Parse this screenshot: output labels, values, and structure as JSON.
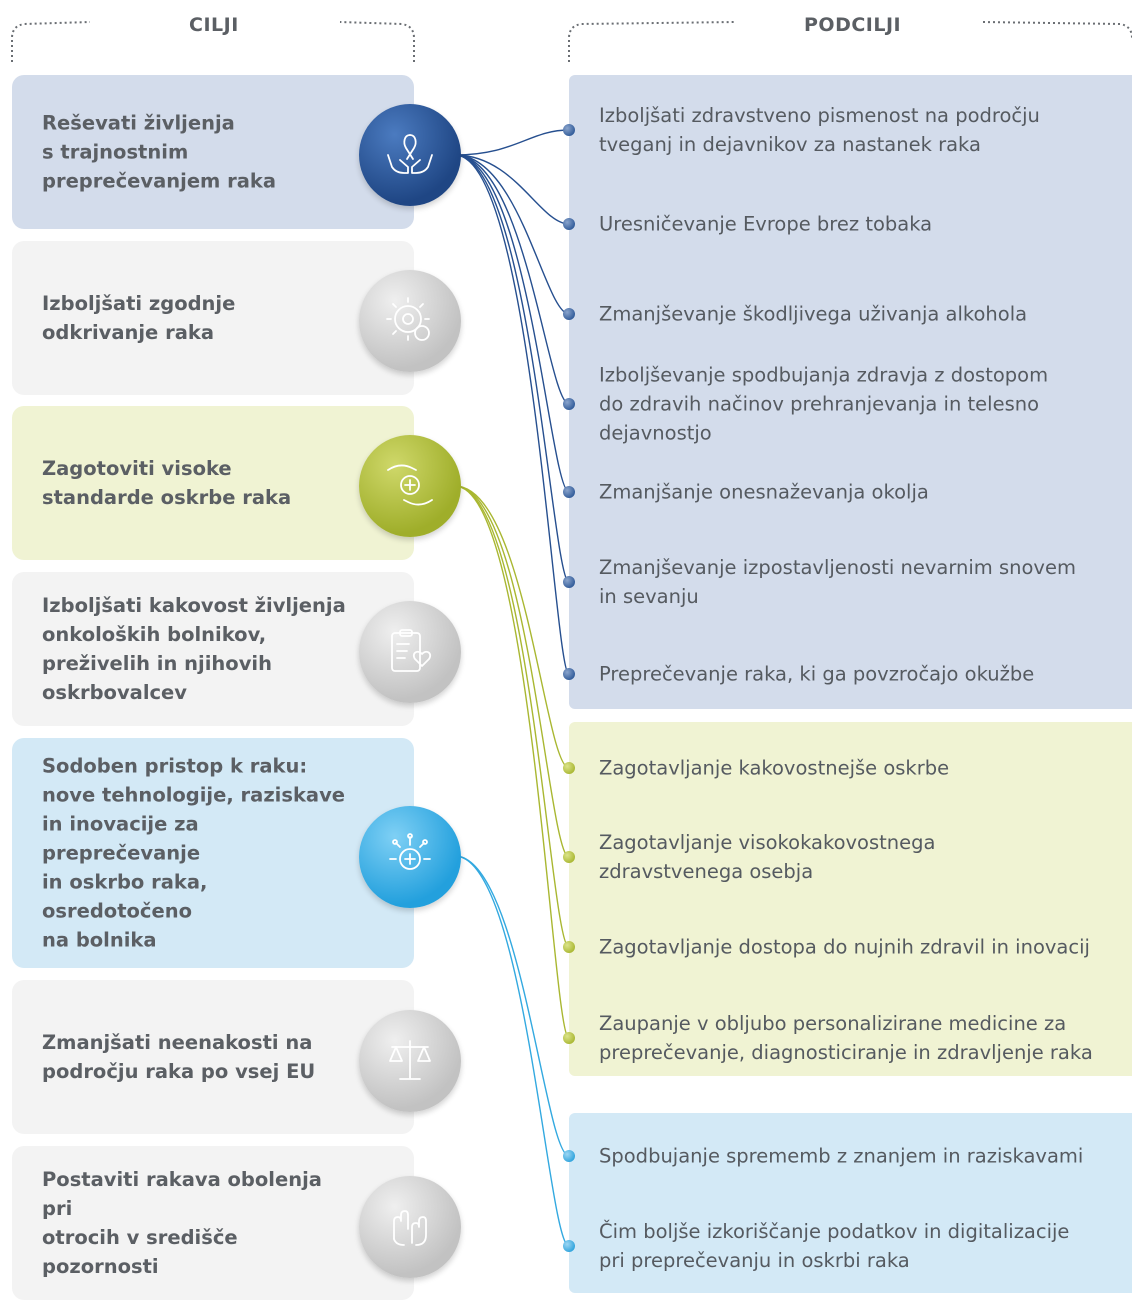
{
  "headers": {
    "goals": "CILJI",
    "subgoals": "PODCILJI"
  },
  "colors": {
    "blue_panel": "#d3dceb",
    "green_panel": "#f0f3d3",
    "light_blue_panel": "#d3e9f6",
    "grey_panel": "#f3f3f3",
    "blue_accent": "#264f8f",
    "green_accent": "#a9b731",
    "light_blue_accent": "#33a9e0",
    "grey_accent": "#c8c8c8"
  },
  "goals": [
    {
      "text": "Reševati življenja\ns trajnostnim\npreprečevanjem raka",
      "icon": "ribbon-hands-icon"
    },
    {
      "text": "Izboljšati zgodnje\nodkrivanje raka",
      "icon": "cell-virus-icon"
    },
    {
      "text": "Zagotoviti visoke\nstandarde oskrbe raka",
      "icon": "medical-care-hands-icon"
    },
    {
      "text": "Izboljšati kakovost življenja\nonkoloških bolnikov,\npreživelih in njihovih\noskrbovalcev",
      "icon": "clipboard-heart-icon"
    },
    {
      "text": "Sodoben pristop k raku:\nnove tehnologije, raziskave\nin inovacije za preprečevanje\nin oskrbo raka, osredotočeno\nna bolnika",
      "icon": "innovation-gear-icon"
    },
    {
      "text": "Zmanjšati neenakosti na\npodročju raka po vsej EU",
      "icon": "scales-icon"
    },
    {
      "text": "Postaviti rakava obolenja pri\notrocih v središče pozornosti",
      "icon": "child-hands-icon"
    }
  ],
  "subgoals": [
    {
      "group": "blue",
      "text": "Izboljšati zdravstveno pismenost na področju\ntveganj in dejavnikov za nastanek raka"
    },
    {
      "group": "blue",
      "text": "Uresničevanje Evrope brez tobaka"
    },
    {
      "group": "blue",
      "text": "Zmanjševanje škodljivega uživanja alkohola"
    },
    {
      "group": "blue",
      "text": "Izboljševanje spodbujanja zdravja z dostopom\ndo zdravih načinov prehranjevanja in telesno\ndejavnostjo"
    },
    {
      "group": "blue",
      "text": "Zmanjšanje onesnaževanja okolja"
    },
    {
      "group": "blue",
      "text": "Zmanjševanje izpostavljenosti nevarnim snovem\nin sevanju"
    },
    {
      "group": "blue",
      "text": "Preprečevanje raka, ki ga povzročajo okužbe"
    },
    {
      "group": "green",
      "text": "Zagotavljanje kakovostnejše oskrbe"
    },
    {
      "group": "green",
      "text": "Zagotavljanje visokokakovostnega\nzdravstvenega osebja"
    },
    {
      "group": "green",
      "text": "Zagotavljanje dostopa do nujnih zdravil in inovacij"
    },
    {
      "group": "green",
      "text": "Zaupanje v obljubo personalizirane medicine za\npreprečevanje, diagnosticiranje in zdravljenje raka"
    },
    {
      "group": "lightblue",
      "text": "Spodbujanje sprememb z znanjem in raziskavami"
    },
    {
      "group": "lightblue",
      "text": "Čim boljše izkoriščanje podatkov in digitalizacije\npri preprečevanju in oskrbi raka"
    }
  ]
}
